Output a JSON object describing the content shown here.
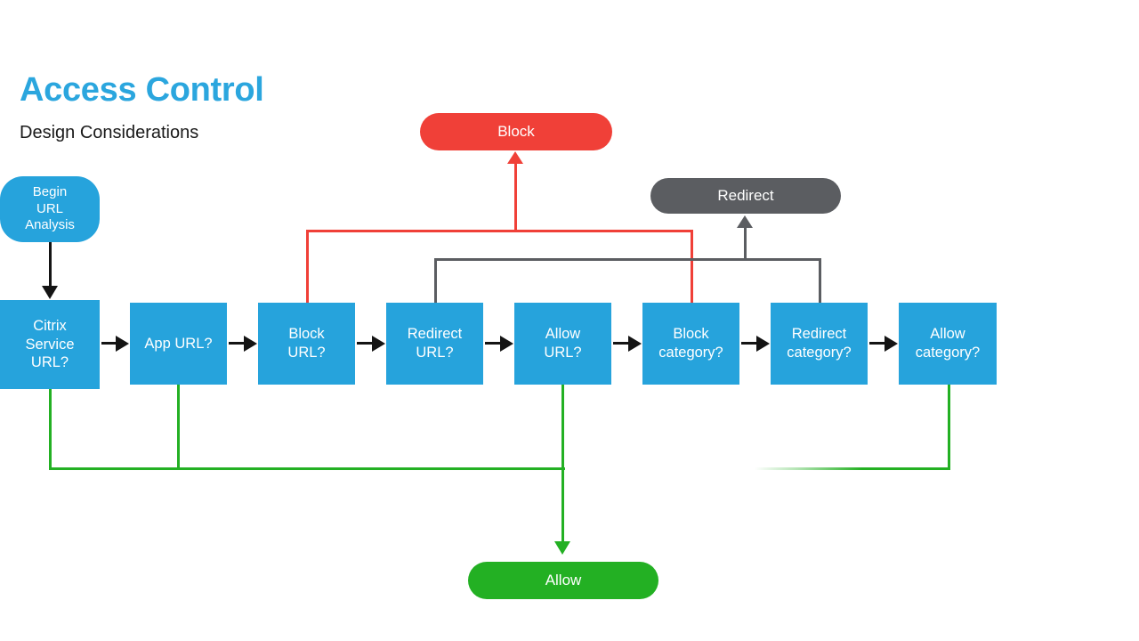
{
  "heading": {
    "title": "Access Control",
    "subtitle": "Design Considerations",
    "title_color": "#2BA6DE",
    "subtitle_color": "#1a1a1a"
  },
  "diagram": {
    "type": "flowchart",
    "palette": {
      "process": "#26A3DC",
      "block": "#F04038",
      "redirect": "#5B5D61",
      "allow": "#23B023",
      "default_arrow": "#141414",
      "canvas": "#ffffff"
    },
    "start_node": {
      "id": "begin",
      "label": "Begin\nURL\nAnalysis",
      "line1": "Begin",
      "line2": "URL",
      "line3": "Analysis",
      "shape": "rounded-rectangle",
      "color": "#26A3DC"
    },
    "terminals": [
      {
        "id": "block-pill",
        "label": "Block",
        "shape": "pill",
        "color": "#F04038"
      },
      {
        "id": "redirect-pill",
        "label": "Redirect",
        "shape": "pill",
        "color": "#5B5D61"
      },
      {
        "id": "allow-pill",
        "label": "Allow",
        "shape": "pill",
        "color": "#23B023"
      }
    ],
    "decision_nodes": [
      {
        "id": "citrix-service-url",
        "line1": "Citrix",
        "line2": "Service",
        "line3": "URL?",
        "outcome": "allow"
      },
      {
        "id": "app-url",
        "line1": "App URL?",
        "line2": "",
        "line3": "",
        "outcome": "allow"
      },
      {
        "id": "block-url",
        "line1": "Block",
        "line2": "URL?",
        "line3": "",
        "outcome": "block"
      },
      {
        "id": "redirect-url",
        "line1": "Redirect",
        "line2": "URL?",
        "line3": "",
        "outcome": "redirect"
      },
      {
        "id": "allow-url",
        "line1": "Allow",
        "line2": "URL?",
        "line3": "",
        "outcome": "allow"
      },
      {
        "id": "block-category",
        "line1": "Block",
        "line2": "category?",
        "line3": "",
        "outcome": "block"
      },
      {
        "id": "redirect-category",
        "line1": "Redirect",
        "line2": "category?",
        "line3": "",
        "outcome": "redirect"
      },
      {
        "id": "allow-category",
        "line1": "Allow",
        "line2": "category?",
        "line3": "",
        "outcome": "allow"
      }
    ],
    "flow_sequence": [
      "Citrix Service URL?",
      "App URL?",
      "Block URL?",
      "Redirect URL?",
      "Allow URL?",
      "Block category?",
      "Redirect category?",
      "Allow category?"
    ],
    "edges": [
      {
        "from": "begin",
        "to": "citrix-service-url",
        "color": "#141414",
        "style": "solid-arrow"
      },
      {
        "from": "citrix-service-url",
        "to": "app-url",
        "color": "#141414",
        "style": "solid-arrow"
      },
      {
        "from": "app-url",
        "to": "block-url",
        "color": "#141414",
        "style": "solid-arrow"
      },
      {
        "from": "block-url",
        "to": "redirect-url",
        "color": "#141414",
        "style": "solid-arrow"
      },
      {
        "from": "redirect-url",
        "to": "allow-url",
        "color": "#141414",
        "style": "solid-arrow"
      },
      {
        "from": "allow-url",
        "to": "block-category",
        "color": "#141414",
        "style": "solid-arrow"
      },
      {
        "from": "block-category",
        "to": "redirect-category",
        "color": "#141414",
        "style": "solid-arrow"
      },
      {
        "from": "redirect-category",
        "to": "allow-category",
        "color": "#141414",
        "style": "solid-arrow"
      },
      {
        "from": "block-url",
        "to": "block-pill",
        "color": "#F04038",
        "style": "elbow-arrow"
      },
      {
        "from": "block-category",
        "to": "block-pill",
        "color": "#F04038",
        "style": "elbow-arrow"
      },
      {
        "from": "redirect-url",
        "to": "redirect-pill",
        "color": "#5B5D61",
        "style": "elbow-arrow"
      },
      {
        "from": "redirect-category",
        "to": "redirect-pill",
        "color": "#5B5D61",
        "style": "elbow-arrow"
      },
      {
        "from": "citrix-service-url",
        "to": "allow-pill",
        "color": "#23B023",
        "style": "elbow-arrow"
      },
      {
        "from": "app-url",
        "to": "allow-pill",
        "color": "#23B023",
        "style": "elbow-arrow"
      },
      {
        "from": "allow-url",
        "to": "allow-pill",
        "color": "#23B023",
        "style": "elbow-arrow"
      },
      {
        "from": "allow-category",
        "to": "allow-pill",
        "color": "#23B023",
        "style": "elbow-arrow-faded"
      }
    ]
  }
}
